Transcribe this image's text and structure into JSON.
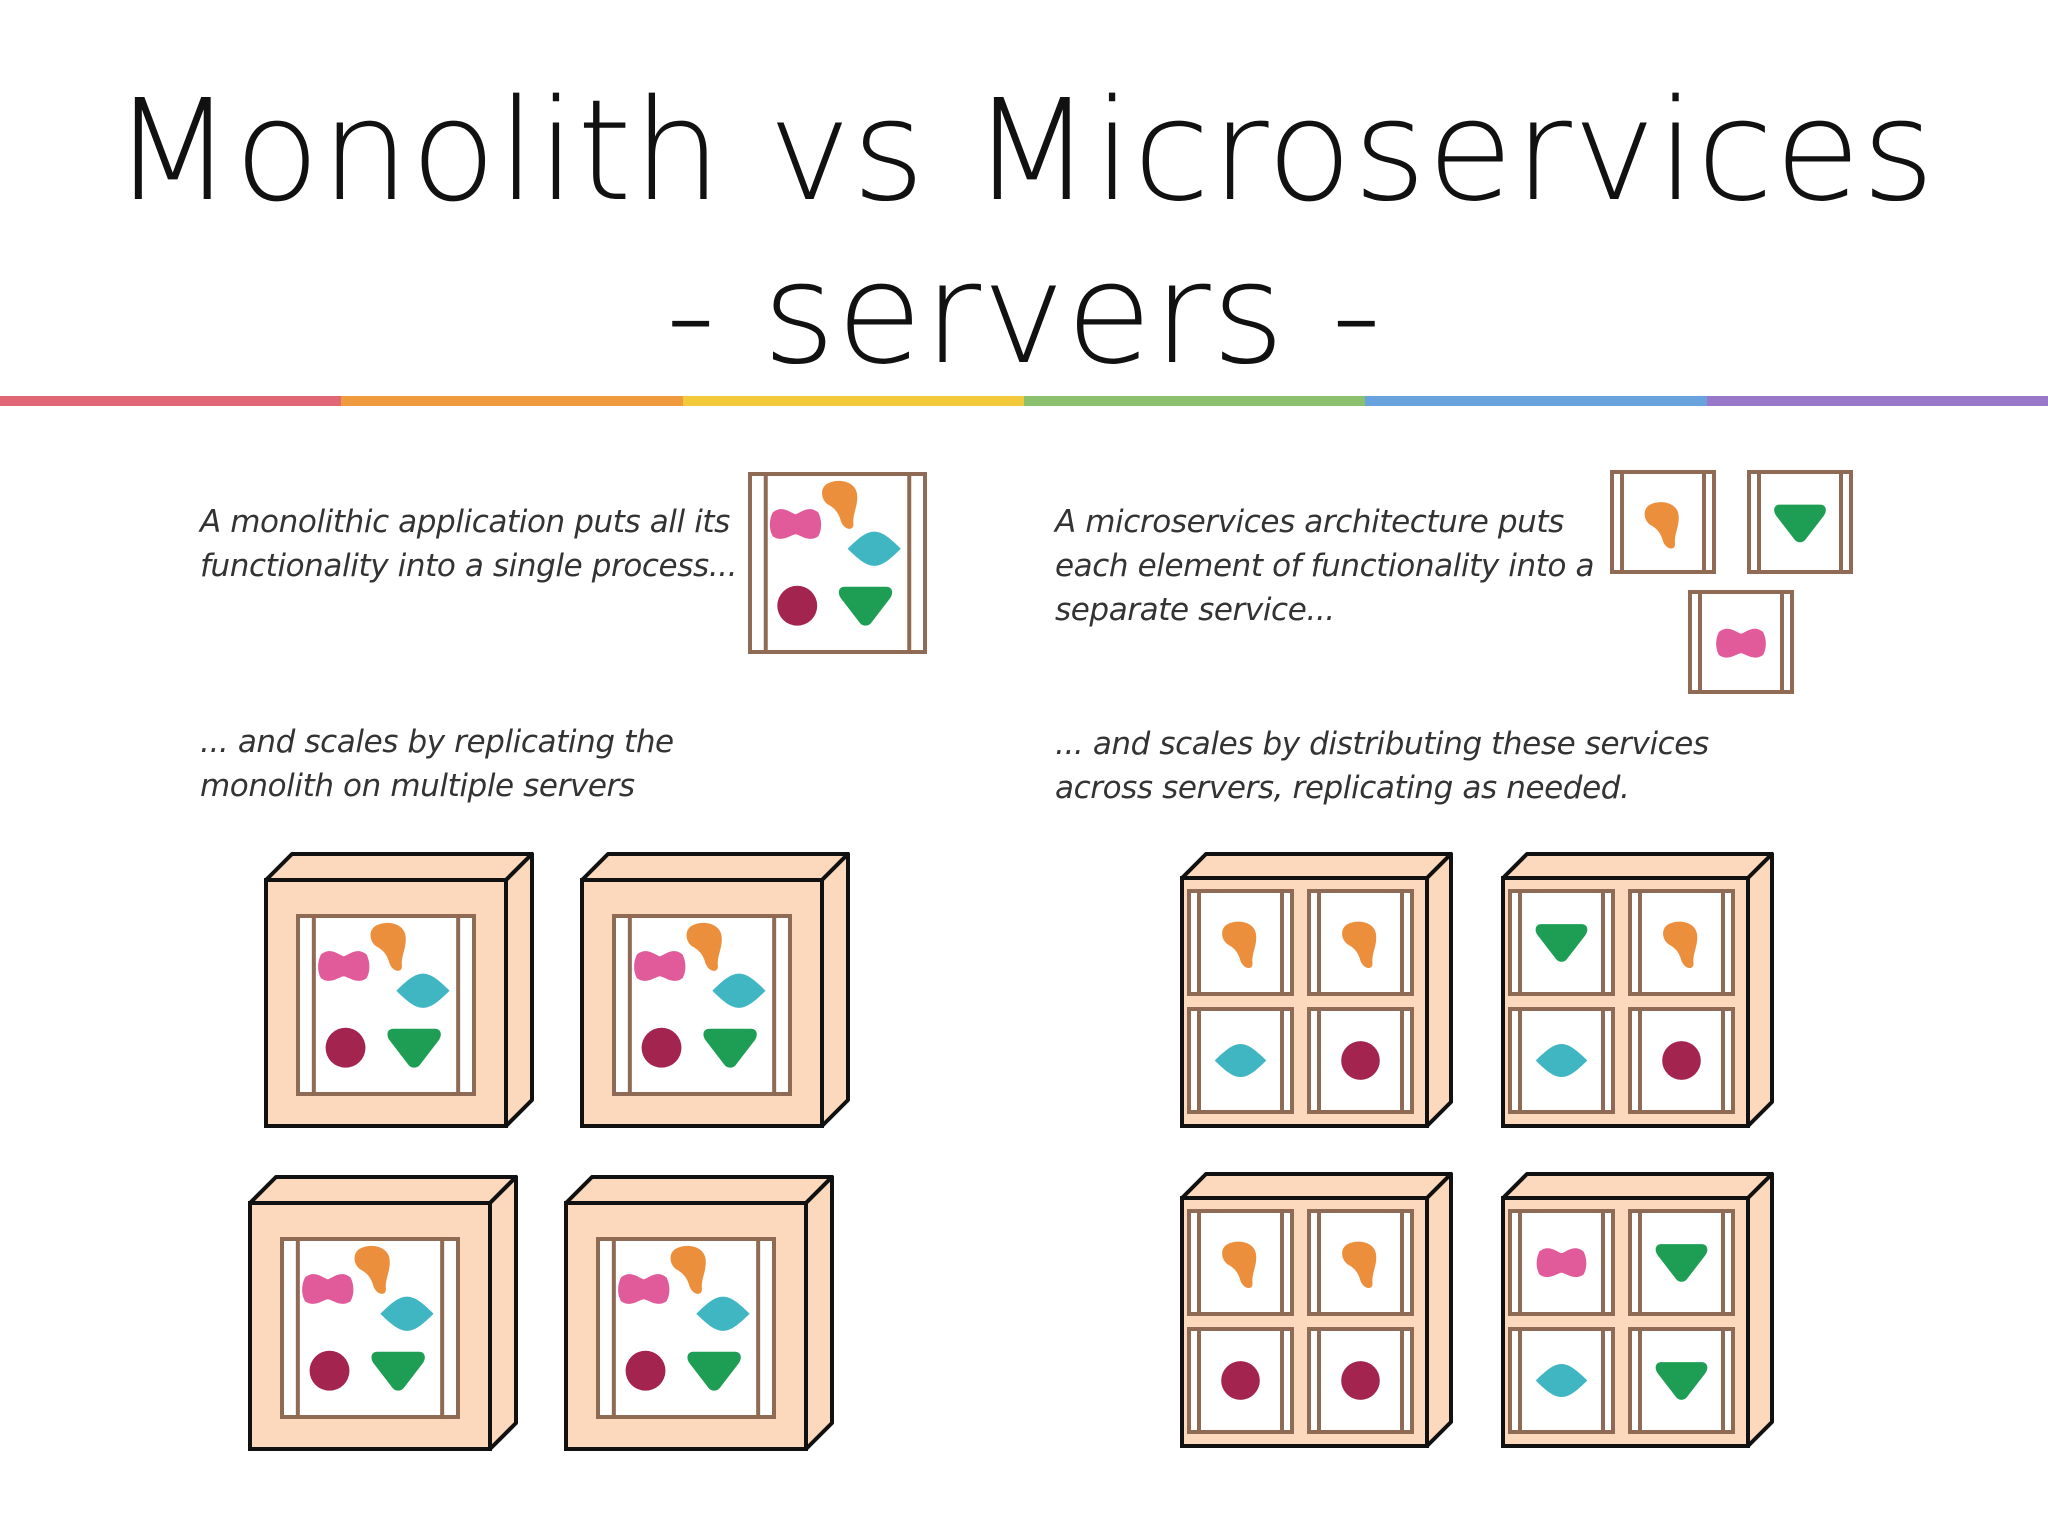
{
  "slide": {
    "title_line_1": "Monolith vs Microservices",
    "title_line_2": "- servers -"
  },
  "monolith": {
    "caption_1": [
      "A monolithic application puts all its",
      "functionality into a single process..."
    ],
    "caption_2": [
      "... and scales by replicating the",
      "monolith on multiple servers"
    ]
  },
  "microservices": {
    "caption_1": [
      "A microservices architecture puts",
      "each element of functionality into a",
      "separate service..."
    ],
    "caption_2": [
      "... and scales by distributing these services",
      "across servers, replicating as needed."
    ]
  },
  "colors": {
    "rainbow": [
      "#e06775",
      "#ef9a3c",
      "#f2c93a",
      "#8bc06e",
      "#68a3de",
      "#9a78c9"
    ],
    "server_fill": "#fcd9bd",
    "frame": "#8f6a55",
    "outline": "#111111",
    "pink": "#e15a99",
    "orange": "#ec8f3d",
    "teal": "#40b6c3",
    "maroon": "#a3254f",
    "green": "#1e9e55"
  },
  "diagram": {
    "monolith_example_shapes": [
      "pink-blob",
      "orange-blob",
      "teal-diamond",
      "maroon-circle",
      "green-triangle"
    ],
    "microservice_examples": [
      "orange-blob",
      "green-triangle",
      "pink-blob"
    ],
    "monolith_server_count": 4,
    "microservice_servers": [
      [
        "orange-blob",
        "orange-blob",
        "teal-diamond",
        "maroon-circle"
      ],
      [
        "green-triangle",
        "orange-blob",
        "teal-diamond",
        "maroon-circle"
      ],
      [
        "orange-blob",
        "orange-blob",
        "maroon-circle",
        "maroon-circle"
      ],
      [
        "pink-blob",
        "green-triangle",
        "teal-diamond",
        "green-triangle"
      ]
    ]
  }
}
